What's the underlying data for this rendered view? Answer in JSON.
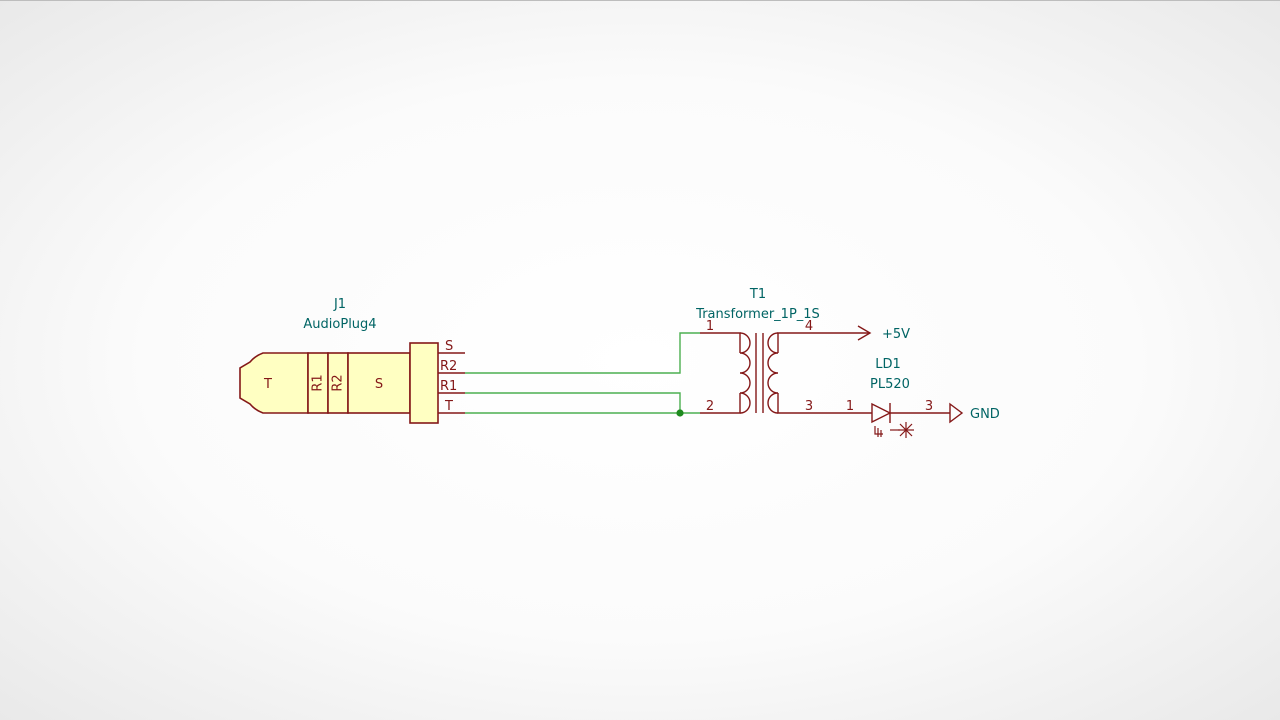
{
  "colors": {
    "wire": "#4caf50",
    "junction": "#1e8a1e",
    "body_stroke": "#841818",
    "body_fill": "#ffffc2",
    "ref_text": "#006464",
    "pin_text": "#841818"
  },
  "j1": {
    "reference": "J1",
    "value": "AudioPlug4",
    "segments": [
      "T",
      "R1",
      "R2",
      "S"
    ],
    "pins": [
      "S",
      "R2",
      "R1",
      "T"
    ]
  },
  "t1": {
    "reference": "T1",
    "value": "Transformer_1P_1S",
    "pins": [
      "1",
      "2",
      "4",
      "3"
    ]
  },
  "ld1": {
    "reference": "LD1",
    "value": "PL520",
    "pins": [
      "1",
      "3"
    ]
  },
  "power": {
    "vcc": "+5V",
    "gnd": "GND"
  }
}
